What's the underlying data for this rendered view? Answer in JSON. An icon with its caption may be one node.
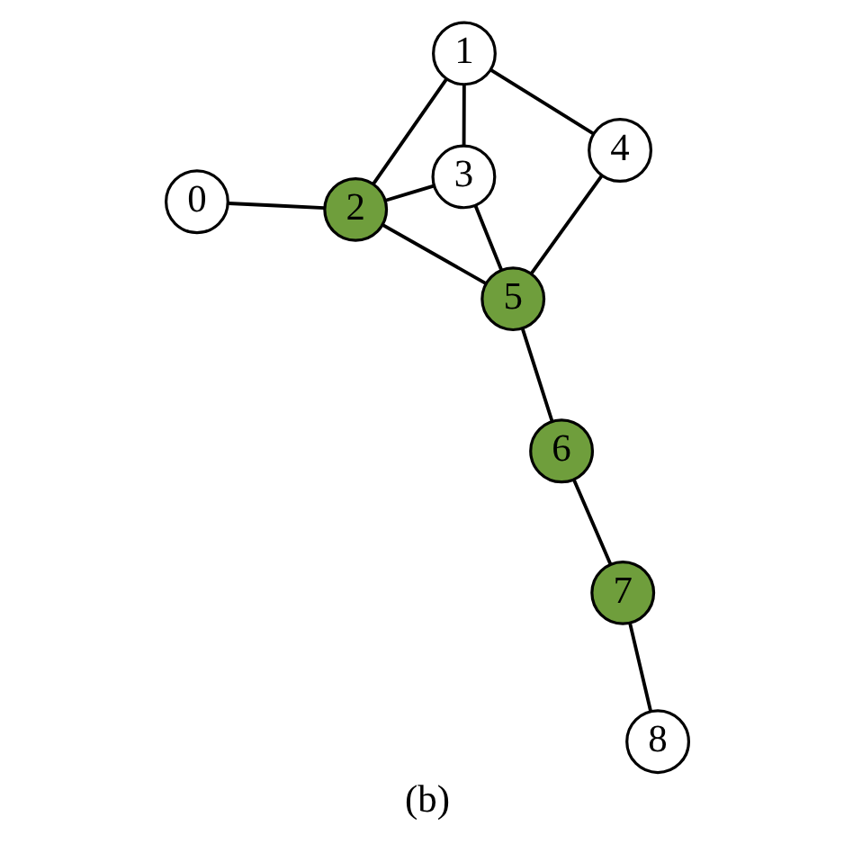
{
  "diagram": {
    "caption": "(b)",
    "nodes": [
      {
        "text": [
          "0"
        ]
      },
      {
        "text": [
          "1"
        ]
      },
      {
        "text": [
          "2"
        ]
      },
      {
        "text": [
          "3"
        ]
      },
      {
        "text": [
          "4"
        ]
      },
      {
        "text": [
          "5"
        ]
      },
      {
        "text": [
          "6"
        ]
      },
      {
        "text": [
          "7"
        ]
      },
      {
        "text": [
          "8"
        ]
      }
    ],
    "edges": [
      {
        "from": 0,
        "to": 2,
        "arrow": "none"
      },
      {
        "from": 1,
        "to": 2,
        "arrow": "none"
      },
      {
        "from": 1,
        "to": 3,
        "arrow": "none"
      },
      {
        "from": 1,
        "to": 4,
        "arrow": "none"
      },
      {
        "from": 4,
        "to": 5,
        "arrow": "none"
      },
      {
        "from": 3,
        "to": 2,
        "arrow": "none"
      },
      {
        "from": 3,
        "to": 5,
        "arrow": "none"
      },
      {
        "from": 2,
        "to": 5,
        "arrow": "none"
      },
      {
        "from": 5,
        "to": 6,
        "arrow": "none"
      },
      {
        "from": 6,
        "to": 7,
        "arrow": "none"
      },
      {
        "from": 7,
        "to": 8,
        "arrow": "none"
      }
    ]
  }
}
